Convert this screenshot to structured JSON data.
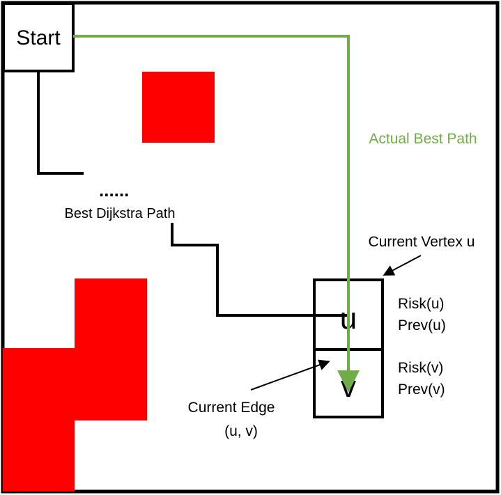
{
  "start_label": "Start",
  "actual_path_label": "Actual Best Path",
  "ellipsis": "......",
  "dijkstra_label": "Best Dijkstra Path",
  "current_vertex_label": "Current Vertex u",
  "vertex_u_letter": "u",
  "vertex_v_letter": "v",
  "risk_u": "Risk(u)",
  "prev_u": "Prev(u)",
  "risk_v": "Risk(v)",
  "prev_v": "Prev(v)",
  "current_edge_line1": "Current Edge",
  "current_edge_line2": "(u, v)",
  "colors": {
    "obstacle": "#ff0000",
    "best_path": "#70ad47",
    "stroke": "#000000"
  }
}
